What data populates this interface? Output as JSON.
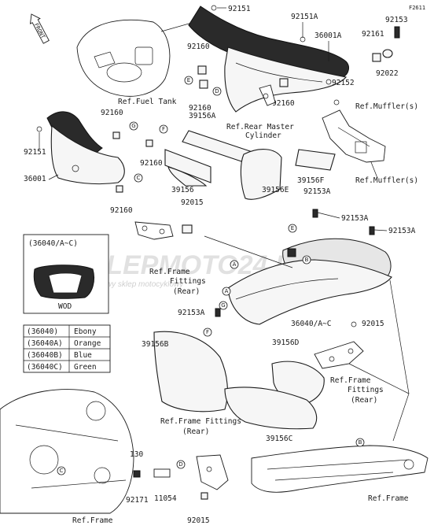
{
  "figure_id": "F2611",
  "watermark": {
    "brand": "SKLEPMOTO24.PL",
    "tagline": "internetowy sklep motocyklowy"
  },
  "front_label": "FRONT",
  "inset": {
    "title": "(36040/A~C)",
    "caption": "WOD"
  },
  "color_table": [
    {
      "code": "(36040)",
      "color": "Ebony"
    },
    {
      "code": "(36040A)",
      "color": "Orange"
    },
    {
      "code": "(36040B)",
      "color": "Blue"
    },
    {
      "code": "(36040C)",
      "color": "Green"
    }
  ],
  "labels": {
    "p92151_top": "92151",
    "p92151A": "92151A",
    "p92153_top": "92153",
    "p36001A": "36001A",
    "p92161": "92161",
    "p92022": "92022",
    "p92160_a": "92160",
    "p92160_b": "92160",
    "p39156A": "39156A",
    "p92160_c": "92160",
    "p92152": "92152",
    "ref_fuel_tank": "Ref.Fuel Tank",
    "ref_rear_master": "Ref.Rear Master",
    "ref_rear_master_2": "Cylinder",
    "ref_muffler_1": "Ref.Muffler(s)",
    "ref_muffler_2": "Ref.Muffler(s)",
    "p92160_left": "92160",
    "p92151_left": "92151",
    "p36001": "36001",
    "p92160_mid": "92160",
    "p92160_low": "92160",
    "p39156": "39156",
    "p92015_top": "92015",
    "p39156E": "39156E",
    "p39156F": "39156F",
    "p92153A_a": "92153A",
    "p92153A_b": "92153A",
    "p92153A_c": "92153A",
    "ref_frame_fit_1": "Ref.Frame",
    "ref_frame_fit_1b": "Fittings",
    "ref_frame_fit_1c": "(Rear)",
    "p92153A_d": "92153A",
    "p36040": "36040/A~C",
    "p92015_mid": "92015",
    "p39156B": "39156B",
    "p39156D": "39156D",
    "ref_frame_fit_2": "Ref.Frame",
    "ref_frame_fit_2b": "Fittings",
    "ref_frame_fit_2c": "(Rear)",
    "p39156C": "39156C",
    "ref_frame_fit_3": "Ref.Frame Fittings",
    "ref_frame_fit_3b": "(Rear)",
    "p130": "130",
    "p92171": "92171",
    "p11054": "11054",
    "p92015_bot": "92015",
    "ref_frame_left": "Ref.Frame",
    "ref_frame_right": "Ref.Frame"
  },
  "callouts": [
    "A",
    "B",
    "C",
    "D",
    "E",
    "F",
    "G"
  ]
}
